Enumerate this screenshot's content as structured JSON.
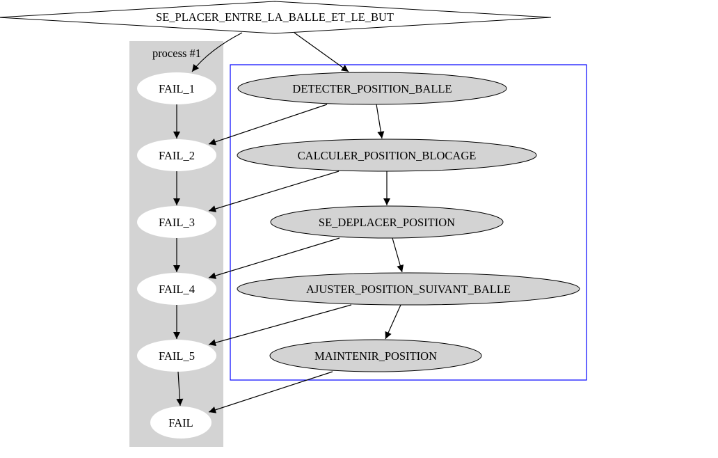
{
  "root": {
    "label": "SE_PLACER_ENTRE_LA_BALLE_ET_LE_BUT"
  },
  "cluster_fail": {
    "label": "process #1"
  },
  "fail_nodes": [
    {
      "id": "fail1",
      "label": "FAIL_1"
    },
    {
      "id": "fail2",
      "label": "FAIL_2"
    },
    {
      "id": "fail3",
      "label": "FAIL_3"
    },
    {
      "id": "fail4",
      "label": "FAIL_4"
    },
    {
      "id": "fail5",
      "label": "FAIL_5"
    },
    {
      "id": "fail",
      "label": "FAIL"
    }
  ],
  "process_nodes": [
    {
      "id": "detecter",
      "label": "DETECTER_POSITION_BALLE"
    },
    {
      "id": "calculer",
      "label": "CALCULER_POSITION_BLOCAGE"
    },
    {
      "id": "deplacer",
      "label": "SE_DEPLACER_POSITION"
    },
    {
      "id": "ajuster",
      "label": "AJUSTER_POSITION_SUIVANT_BALLE"
    },
    {
      "id": "maintenir",
      "label": "MAINTENIR_POSITION"
    }
  ],
  "edges": [
    {
      "from": "root",
      "to": "fail1"
    },
    {
      "from": "root",
      "to": "detecter"
    },
    {
      "from": "fail1",
      "to": "fail2"
    },
    {
      "from": "fail2",
      "to": "fail3"
    },
    {
      "from": "fail3",
      "to": "fail4"
    },
    {
      "from": "fail4",
      "to": "fail5"
    },
    {
      "from": "fail5",
      "to": "fail"
    },
    {
      "from": "detecter",
      "to": "calculer"
    },
    {
      "from": "calculer",
      "to": "deplacer"
    },
    {
      "from": "deplacer",
      "to": "ajuster"
    },
    {
      "from": "ajuster",
      "to": "maintenir"
    },
    {
      "from": "detecter",
      "to": "fail2"
    },
    {
      "from": "calculer",
      "to": "fail3"
    },
    {
      "from": "deplacer",
      "to": "fail4"
    },
    {
      "from": "ajuster",
      "to": "fail5"
    },
    {
      "from": "maintenir",
      "to": "fail"
    }
  ],
  "colors": {
    "cluster_fill": "#d3d3d3",
    "cluster_border": "#0000ff",
    "node_fill_gray": "#d3d3d3",
    "node_fill_white": "#ffffff",
    "edge": "#000000"
  }
}
